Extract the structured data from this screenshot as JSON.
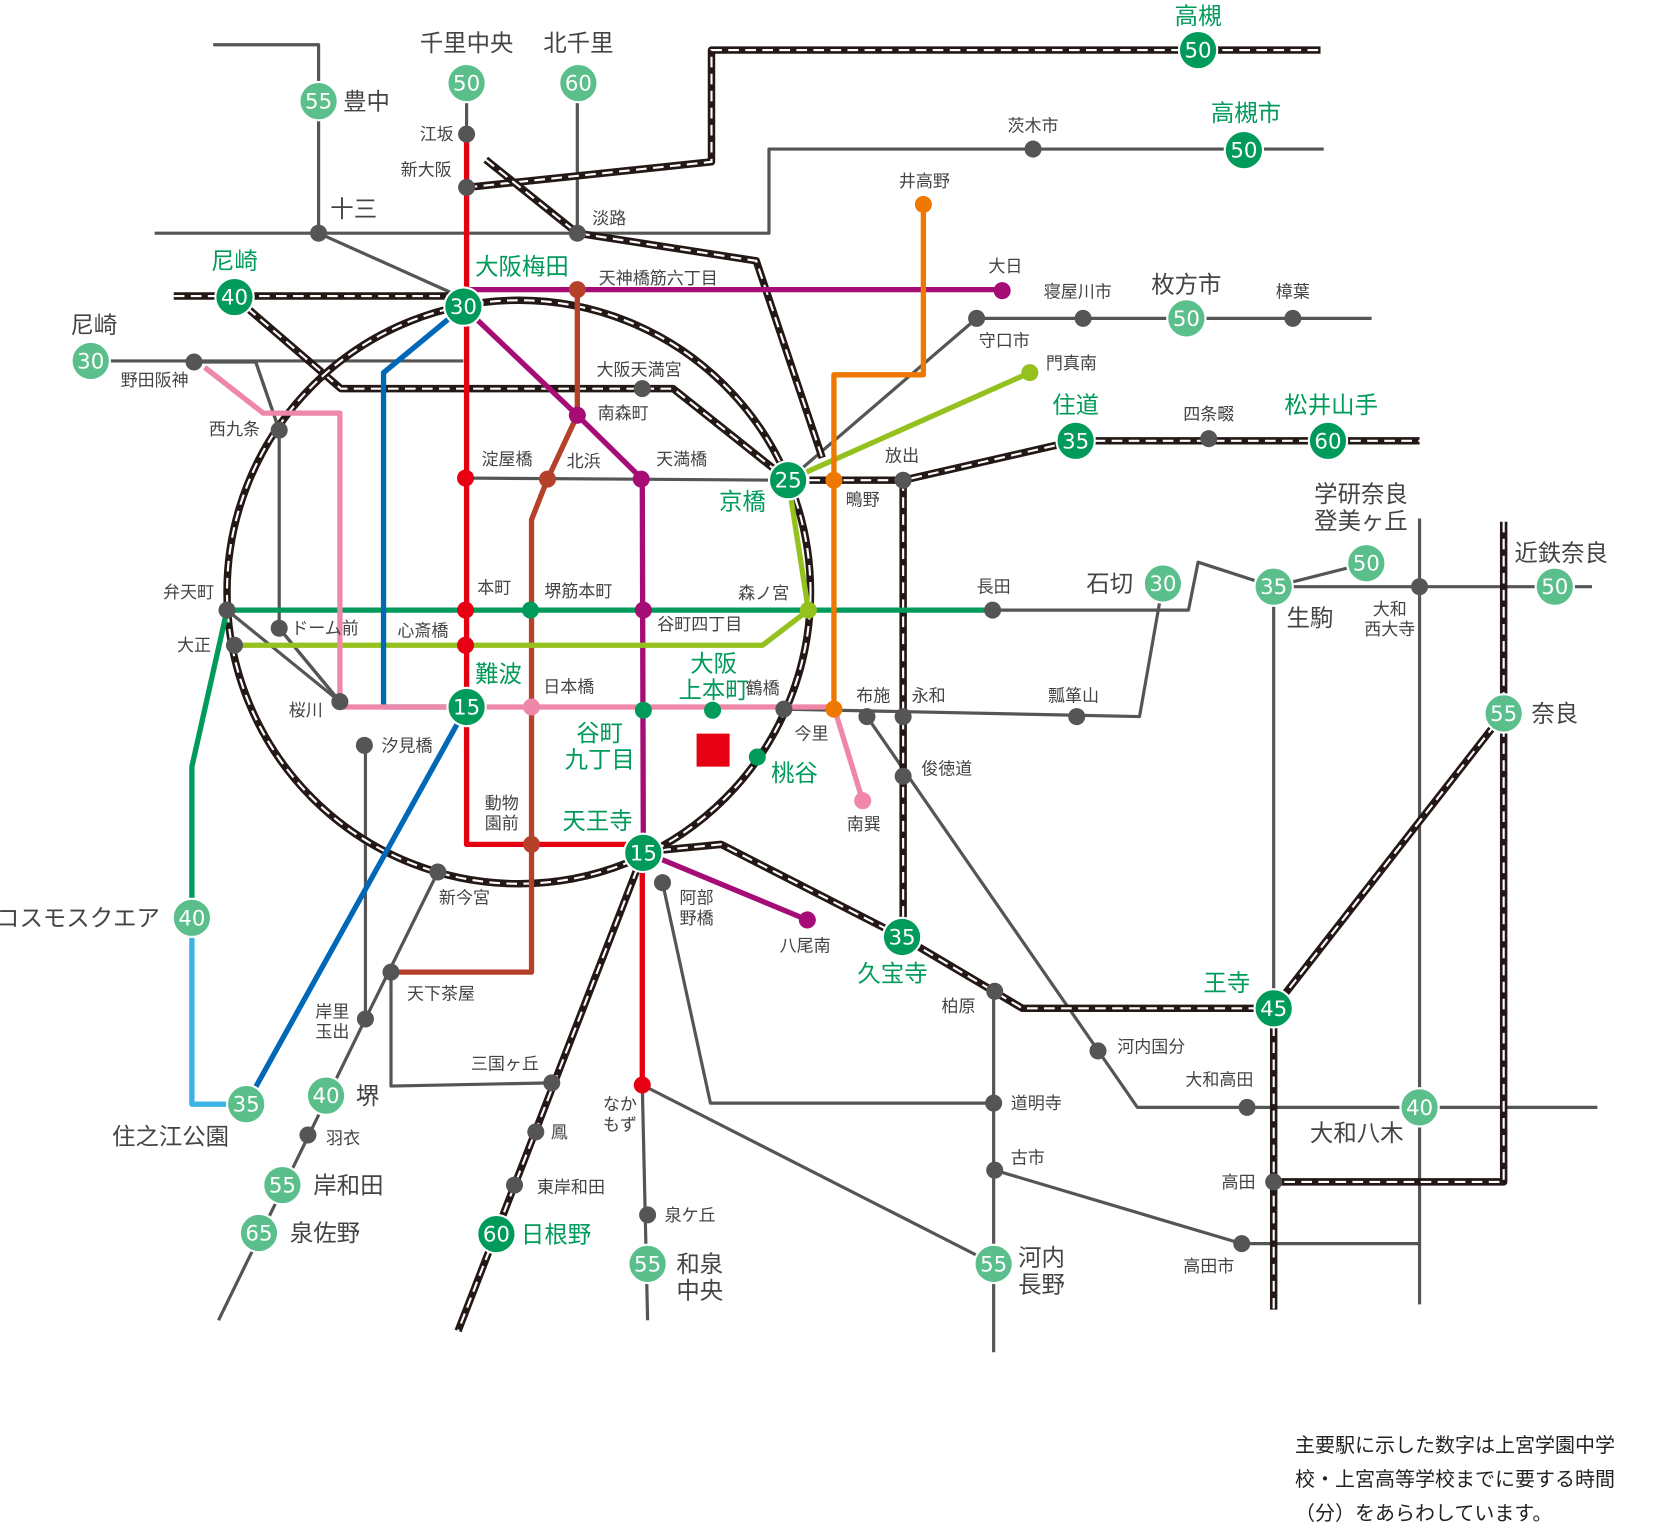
{
  "title": "Route map to Uenomiya Gakuen",
  "colors": {
    "midosuji": "#e60012",
    "sakaisuji": "#b5412b",
    "tanimachi": "#a50c75",
    "chuo": "#009a5a",
    "nagahori": "#95c11f",
    "imazatosuji": "#ee7800",
    "yotsubashi": "#0068b7",
    "nanko": "#3bb4e5",
    "sennichimae": "#ee87a8",
    "private": "#555555",
    "jr": "#231815",
    "badge_dark": "#009a5a",
    "badge_light": "#5bbf8c",
    "school": "#e60012"
  },
  "stations": {
    "toyonaka": {
      "name": "豊中",
      "time": "55"
    },
    "senri_chuo": {
      "name": "千里中央",
      "time": "50"
    },
    "kita_senri": {
      "name": "北千里",
      "time": "60"
    },
    "takatsuki": {
      "name": "高槻",
      "time": "50"
    },
    "takatsuki_shi": {
      "name": "高槻市",
      "time": "50"
    },
    "amagasaki_jr": {
      "name": "尼崎",
      "time": "40"
    },
    "amagasaki_hs": {
      "name": "尼崎",
      "time": "30"
    },
    "umeda": {
      "name": "大阪梅田",
      "time": "30"
    },
    "hirakata": {
      "name": "枚方市",
      "time": "50"
    },
    "suminodo": {
      "name": "住道",
      "time": "35"
    },
    "matsuiyamate": {
      "name": "松井山手",
      "time": "60"
    },
    "kyobashi": {
      "name": "京橋",
      "time": "25"
    },
    "gakken": {
      "lines": [
        "学研奈良",
        "登美ヶ丘"
      ],
      "time": "50"
    },
    "ishikiri": {
      "name": "石切",
      "time": "30"
    },
    "ikoma": {
      "name": "生駒",
      "time": "35"
    },
    "kintetsu_nara": {
      "name": "近鉄奈良",
      "time": "50"
    },
    "nara": {
      "name": "奈良",
      "time": "55"
    },
    "namba": {
      "name": "難波",
      "time": "15"
    },
    "uehommachi": {
      "lines": [
        "大阪",
        "上本町"
      ]
    },
    "tanimachi9": {
      "lines": [
        "谷町",
        "九丁目"
      ]
    },
    "momodani": {
      "name": "桃谷"
    },
    "tennoji": {
      "name": "天王寺",
      "time": "15"
    },
    "kyuhoji": {
      "name": "久宝寺",
      "time": "35"
    },
    "oji": {
      "name": "王寺",
      "time": "45"
    },
    "cosmo": {
      "name": "コスモスクエア",
      "time": "40"
    },
    "suminoe": {
      "name": "住之江公園",
      "time": "35"
    },
    "sakai": {
      "name": "堺",
      "time": "40"
    },
    "kishiwada": {
      "name": "岸和田",
      "time": "55"
    },
    "izumisano": {
      "name": "泉佐野",
      "time": "65"
    },
    "hineno": {
      "name": "日根野",
      "time": "60"
    },
    "izumichuo": {
      "lines": [
        "和泉",
        "中央"
      ],
      "time": "55"
    },
    "kawachinagano": {
      "lines": [
        "河内",
        "長野"
      ],
      "time": "55"
    },
    "yamatoyagi": {
      "name": "大和八木",
      "time": "40"
    },
    "esaka": {
      "name": "江坂"
    },
    "shinosaka": {
      "name": "新大阪"
    },
    "juso": {
      "name": "十三"
    },
    "awaji": {
      "name": "淡路"
    },
    "tenroku": {
      "name": "天神橋筋六丁目"
    },
    "dainichi": {
      "name": "大日"
    },
    "itakano": {
      "name": "井高野"
    },
    "ibarakishi": {
      "name": "茨木市"
    },
    "neyagawa": {
      "name": "寝屋川市"
    },
    "kuzuha": {
      "name": "樟葉"
    },
    "moriguchi": {
      "name": "守口市"
    },
    "kadomaminami": {
      "name": "門真南"
    },
    "nodahanshin": {
      "name": "野田阪神"
    },
    "nishikujo": {
      "name": "西九条"
    },
    "tenmangu": {
      "name": "大阪天満宮"
    },
    "minamimori": {
      "name": "南森町"
    },
    "yodoyabashi": {
      "name": "淀屋橋"
    },
    "kitahama": {
      "name": "北浜"
    },
    "tenmabashi": {
      "name": "天満橋"
    },
    "shigino": {
      "name": "鴫野"
    },
    "hanaten": {
      "name": "放出"
    },
    "shijonawate": {
      "name": "四条畷"
    },
    "bentencho": {
      "name": "弁天町"
    },
    "domemae": {
      "name": "ドーム前"
    },
    "taisho": {
      "name": "大正"
    },
    "hommachi": {
      "name": "本町"
    },
    "sakaisujihommachi": {
      "name": "堺筋本町"
    },
    "tanimachi4": {
      "name": "谷町四丁目"
    },
    "morinomiya": {
      "name": "森ノ宮"
    },
    "nagata": {
      "name": "長田"
    },
    "shinsaibashi": {
      "name": "心斎橋"
    },
    "sakuragawa": {
      "name": "桜川"
    },
    "nippombashi": {
      "name": "日本橋"
    },
    "tsuruhashi": {
      "name": "鶴橋"
    },
    "imazato": {
      "name": "今里"
    },
    "fuse": {
      "name": "布施"
    },
    "eiwa": {
      "name": "永和"
    },
    "hyotanyama": {
      "name": "瓢箪山"
    },
    "shiomibashi": {
      "name": "汐見橋"
    },
    "shuntokumichi": {
      "name": "俊徳道"
    },
    "minamitatsumi": {
      "name": "南巽"
    },
    "dobutsuen": {
      "lines": [
        "動物",
        "園前"
      ]
    },
    "shinimamiya": {
      "name": "新今宮"
    },
    "abenobashi": {
      "lines": [
        "阿部",
        "野橋"
      ]
    },
    "yaominami": {
      "name": "八尾南"
    },
    "tengachaya": {
      "name": "天下茶屋"
    },
    "kashiwara": {
      "name": "柏原"
    },
    "kishinosato": {
      "lines": [
        "岸里",
        "玉出"
      ]
    },
    "kawachikokubu": {
      "name": "河内国分"
    },
    "mikunigaoka": {
      "name": "三国ヶ丘"
    },
    "nakamozu": {
      "lines": [
        "なか",
        "もず"
      ]
    },
    "domyoji": {
      "name": "道明寺"
    },
    "yamatotakada": {
      "name": "大和高田"
    },
    "otori": {
      "name": "鳳"
    },
    "hagoromo": {
      "name": "羽衣"
    },
    "furuichi": {
      "name": "古市"
    },
    "takada": {
      "name": "高田"
    },
    "higashikishiwada": {
      "name": "東岸和田"
    },
    "izumigaoka": {
      "name": "泉ケ丘"
    },
    "takadashi": {
      "name": "高田市"
    },
    "saidaiji": {
      "lines": [
        "大和",
        "西大寺"
      ]
    }
  },
  "note": {
    "lines": [
      "主要駅に示した数字は上宮学園中学",
      "校・上宮高等学校までに要する時間",
      "（分）をあらわしています。"
    ]
  }
}
